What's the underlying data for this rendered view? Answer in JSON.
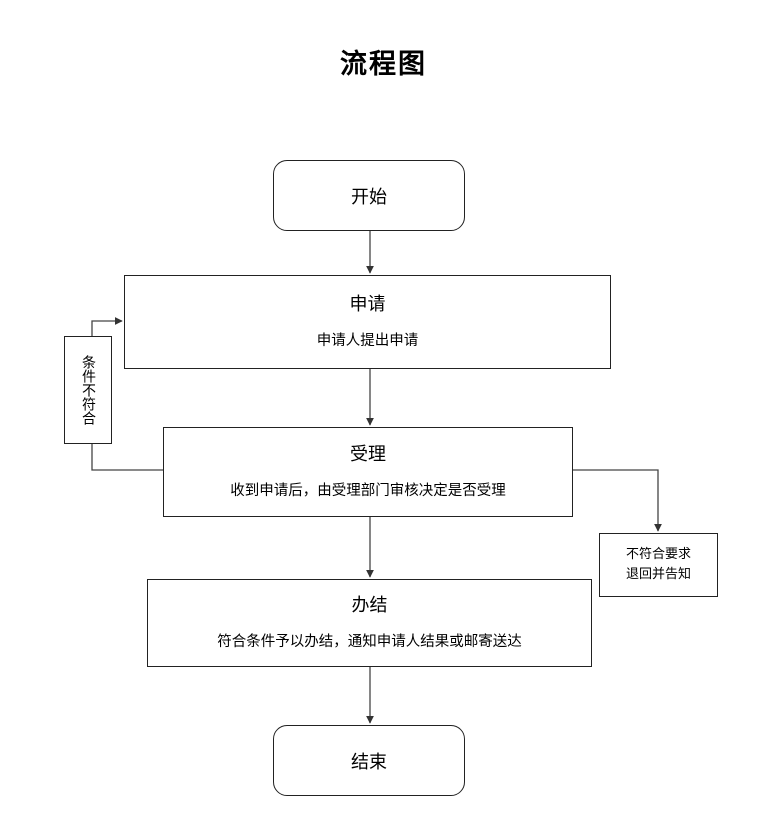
{
  "title": "流程图",
  "flow": {
    "start": "开始",
    "apply": {
      "title": "申请",
      "description": "申请人提出申请"
    },
    "accept": {
      "title": "受理",
      "description": "收到申请后，由受理部门审核决定是否受理"
    },
    "conclude": {
      "title": "办结",
      "description": "符合条件予以办结，通知申请人结果或邮寄送达"
    },
    "end": "结束",
    "loop_label": "条件不符合",
    "reject": {
      "line1": "不符合要求",
      "line2": "退回并告知"
    }
  }
}
